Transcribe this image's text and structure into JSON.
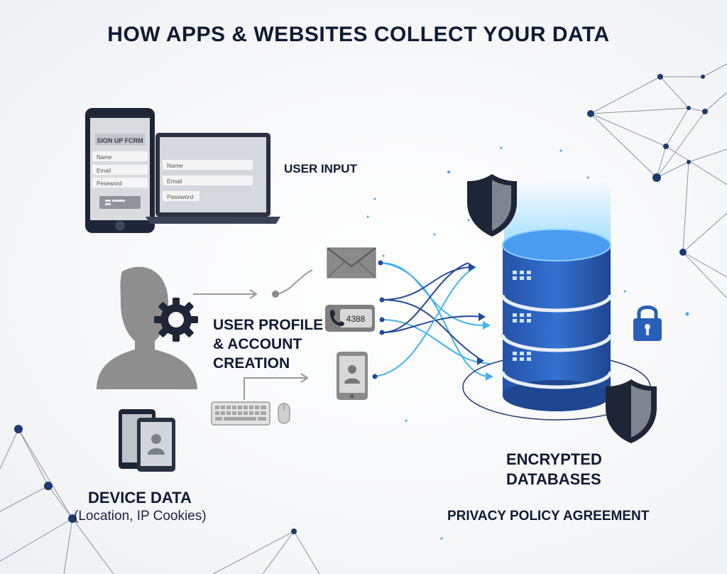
{
  "title": "HOW APPS & WEBSITES COLLECT YOUR DATA",
  "phone_form": {
    "heading": "SION UP FCRM",
    "fields": [
      "Name",
      "Email",
      "Peseword"
    ]
  },
  "laptop_form": {
    "fields": [
      "Name",
      "Email",
      "Password"
    ]
  },
  "phone_badge": "4388",
  "labels": {
    "user_input": "USER INPUT",
    "profile_line1": "USER PROFILE",
    "profile_line2": "& ACCOUNT",
    "profile_line3": "CREATION",
    "device_data": "DEVICE DATA",
    "device_sub": "(Location, IP Cookies)",
    "db_line1": "ENCRYPTED",
    "db_line2": "DATABASES",
    "privacy": "PRIVACY POLICY AGREEMENT"
  },
  "colors": {
    "dark_navy": "#0f1b33",
    "gray": "#8a8a8a",
    "db_blue": "#2a5fb8",
    "flow_light_blue": "#44b2f2",
    "flow_dark_blue": "#264a9a",
    "glow": "#7ed4ff"
  }
}
